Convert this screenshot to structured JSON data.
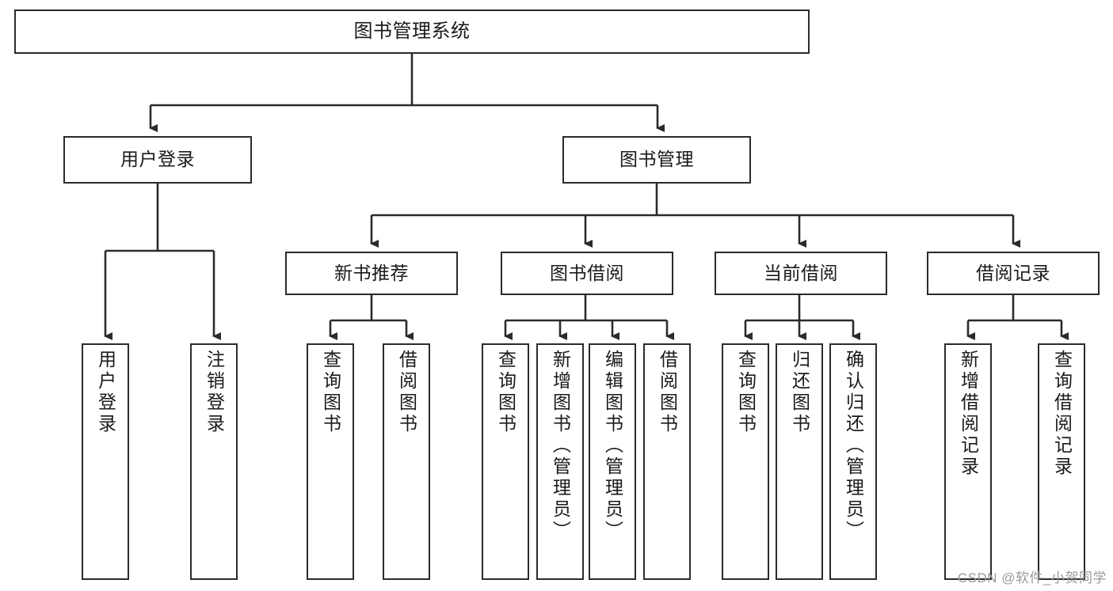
{
  "diagram": {
    "title_node": {
      "label": "图书管理系统"
    },
    "level2": [
      {
        "key": "user_login",
        "label": "用户登录"
      },
      {
        "key": "book_manage",
        "label": "图书管理"
      }
    ],
    "level3": [
      {
        "key": "new_book_rec",
        "label": "新书推荐"
      },
      {
        "key": "book_borrow",
        "label": "图书借阅"
      },
      {
        "key": "current_borrow",
        "label": "当前借阅"
      },
      {
        "key": "borrow_record",
        "label": "借阅记录"
      }
    ],
    "leaves": {
      "user_login": [
        {
          "key": "login",
          "label": "用户登录"
        },
        {
          "key": "logout",
          "label": "注销登录"
        }
      ],
      "new_book_rec": [
        {
          "key": "query_book_1",
          "label": "查询图书"
        },
        {
          "key": "borrow_book_1",
          "label": "借阅图书"
        }
      ],
      "book_borrow": [
        {
          "key": "query_book_2",
          "label": "查询图书"
        },
        {
          "key": "add_book",
          "label": "新增图书（管理员）"
        },
        {
          "key": "edit_book",
          "label": "编辑图书（管理员）"
        },
        {
          "key": "borrow_book_2",
          "label": "借阅图书"
        }
      ],
      "current_borrow": [
        {
          "key": "query_book_3",
          "label": "查询图书"
        },
        {
          "key": "return_book",
          "label": "归还图书"
        },
        {
          "key": "confirm_return",
          "label": "确认归还（管理员）"
        }
      ],
      "borrow_record": [
        {
          "key": "add_record",
          "label": "新增借阅记录"
        },
        {
          "key": "query_record",
          "label": "查询借阅记录"
        }
      ]
    },
    "watermark": "CSDN @软件_小贺同学",
    "colors": {
      "stroke": "#2b2b2b",
      "fill": "#ffffff",
      "text": "#1a1a1a",
      "watermark": "#9a9a9a"
    }
  }
}
